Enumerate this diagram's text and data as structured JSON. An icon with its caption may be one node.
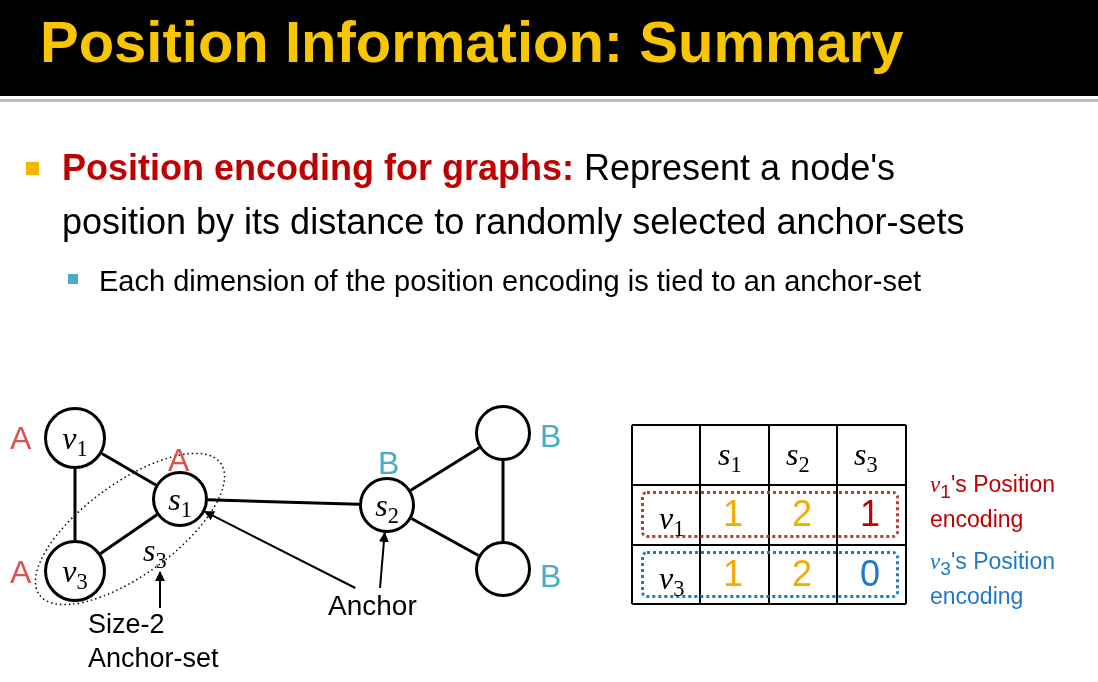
{
  "diagram": {
    "title": "Position Information: Summary",
    "nodes": [
      {
        "text": [
          "*v*$_{1}$"
        ],
        "beside": [
          "A"
        ]
      },
      {
        "text": [
          "*s*$_{1}$"
        ],
        "beside": [
          "A"
        ]
      },
      {
        "text": [
          "*v*$_{3}$"
        ],
        "beside": [
          "A"
        ]
      },
      {
        "text": [
          "*s*$_{3}$"
        ]
      },
      {
        "text": [
          "*s*$_{2}$"
        ],
        "beside": [
          "B"
        ]
      },
      {
        "text": [],
        "shape": "circle",
        "beside": [
          "B"
        ]
      },
      {
        "text": [],
        "shape": "circle",
        "beside": [
          "B"
        ]
      },
      {
        "text": [
          "Size-2 Anchor-set"
        ]
      },
      {
        "text": [
          "Anchor"
        ]
      },
      {
        "text": [
          "*v*$_{1}$",
          "1",
          "2",
          "1"
        ],
        "beside": [
          "*v*$_{1}$'s Position encoding"
        ]
      },
      {
        "text": [
          "*v*$_{3}$",
          "1",
          "2",
          "0"
        ],
        "beside": [
          "*v*$_{3}$'s Position encoding"
        ]
      }
    ],
    "edges": [
      {
        "from": 0,
        "to": 1,
        "arrow": "none"
      },
      {
        "from": 0,
        "to": 2,
        "arrow": "none"
      },
      {
        "from": 2,
        "to": 1,
        "arrow": "none"
      },
      {
        "from": 1,
        "to": 4,
        "arrow": "none"
      },
      {
        "from": 4,
        "to": 5,
        "arrow": "none"
      },
      {
        "from": 4,
        "to": 6,
        "arrow": "none"
      },
      {
        "from": 5,
        "to": 6,
        "arrow": "none"
      },
      {
        "from": 8,
        "to": 1,
        "arrow": "to"
      },
      {
        "from": 8,
        "to": 4,
        "arrow": "to"
      },
      {
        "from": 7,
        "to": 3,
        "arrow": "to"
      }
    ],
    "labels": [
      "**Position encoding for graphs:** Represent a node's position by its distance to randomly selected anchor-sets",
      "Each dimension of the position encoding is tied to an anchor-set",
      "*s*$_{1}$",
      "*s*$_{2}$",
      "*s*$_{3}$"
    ]
  }
}
